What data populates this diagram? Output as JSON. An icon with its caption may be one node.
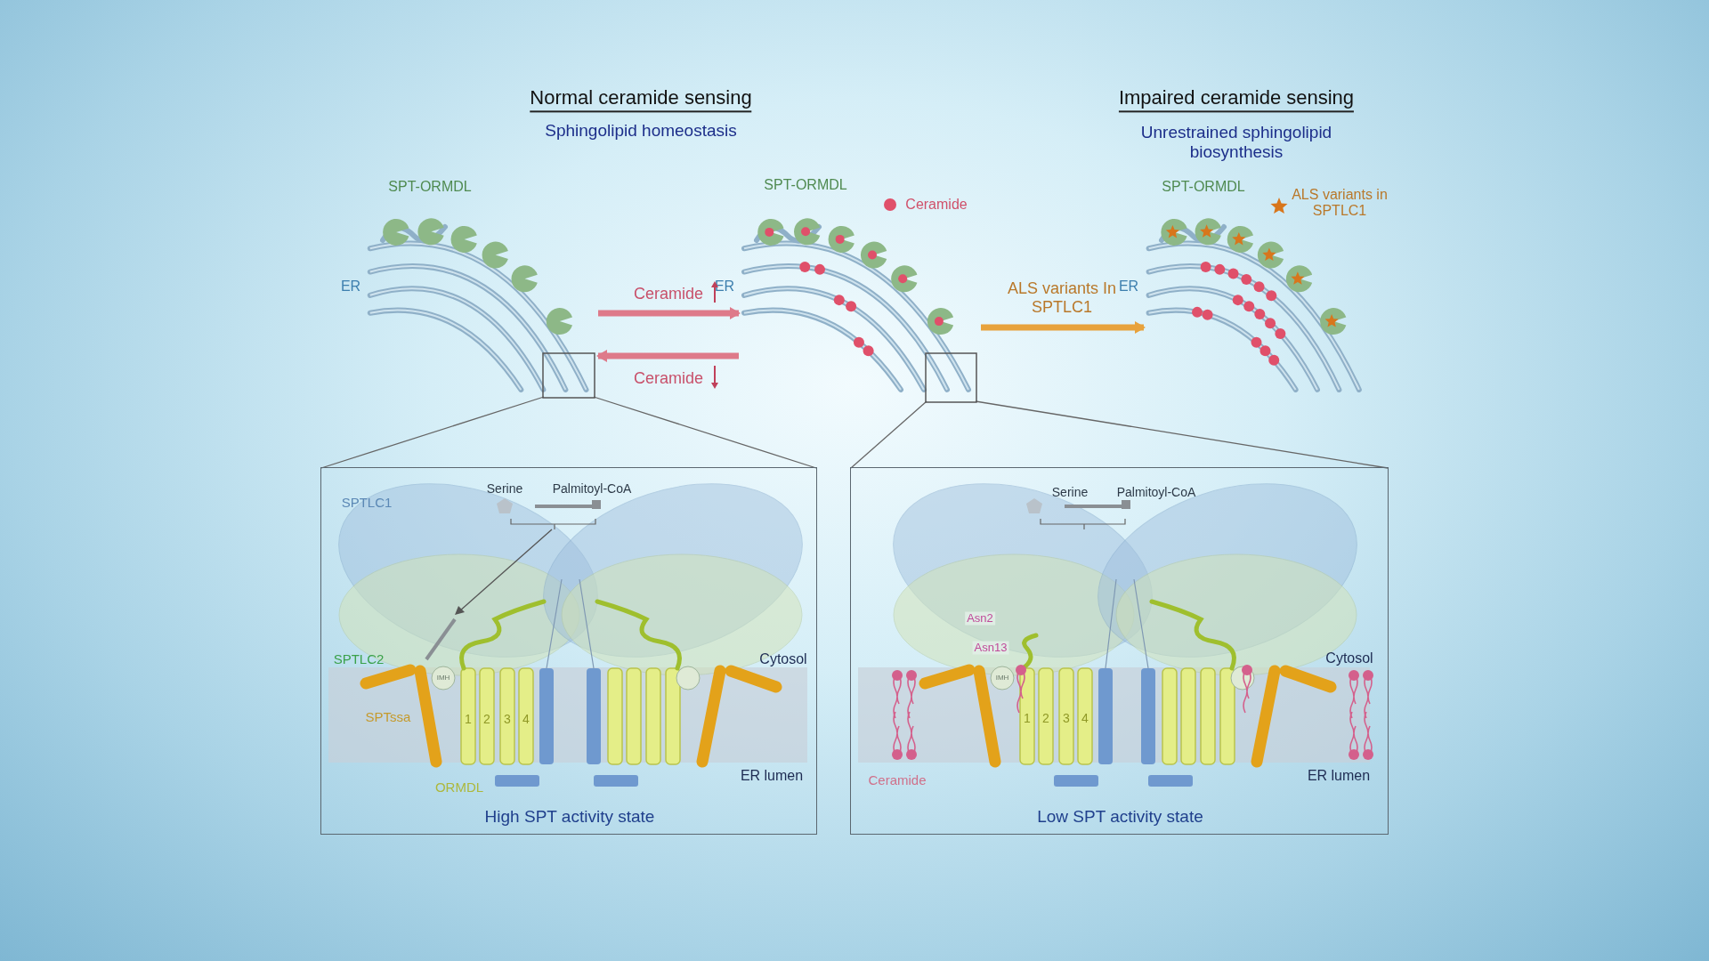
{
  "diagram": {
    "nodes": [
      {
        "text": [],
        "shape": "picture",
        "beside": [
          "SPT-ORMDL",
          "ER"
        ]
      },
      {
        "text": [],
        "shape": "picture",
        "beside": [
          "SPT-ORMDL",
          "ER"
        ]
      },
      {
        "text": [],
        "shape": "picture",
        "beside": [
          "SPT-ORMDL",
          "ER"
        ]
      },
      {
        "text": [
          "High SPT activity state"
        ]
      },
      {
        "text": [
          "Low SPT activity state"
        ]
      },
      {
        "text": [],
        "shape": "box",
        "in": 0
      },
      {
        "text": [],
        "shape": "box",
        "in": 1
      }
    ],
    "edges": [
      {
        "from": 0,
        "to": 1,
        "arrow": "to",
        "label": "Ceramide",
        "style": "thick",
        "color": "#de7a8a"
      },
      {
        "from": 1,
        "to": 0,
        "arrow": "to",
        "label": "Ceramide",
        "style": "thick",
        "color": "#de7a8a"
      },
      {
        "from": 1,
        "to": 2,
        "arrow": "to",
        "label": "ALS variants In SPTLC1",
        "style": "thick",
        "color": "#e8a23c"
      },
      {
        "from": 5,
        "to": 3,
        "arrow": "none"
      },
      {
        "from": 5,
        "to": 3,
        "arrow": "none"
      },
      {
        "from": 6,
        "to": 4,
        "arrow": "none"
      },
      {
        "from": 6,
        "to": 4,
        "arrow": "none"
      }
    ],
    "labels": [
      "Normal ceramide sensing",
      "Sphingolipid homeostasis",
      "Impaired ceramide sensing",
      "Unrestrained sphingolipid biosynthesis",
      "Serine",
      "Palmitoyl-CoA",
      "SPTLC1",
      "IMH",
      "SPTLC2",
      "Cytosol",
      "SPTssa",
      "1",
      "2",
      "3",
      "4",
      "ORMDL",
      "ER lumen",
      "Serine",
      "Palmitoyl-CoA",
      "Asn2",
      "Asn13",
      "IMH",
      "Cytosol",
      "1",
      "2",
      "3",
      "4",
      "Ceramide",
      "ER lumen"
    ],
    "legend": [
      {
        "text": "Ceramide",
        "color": "#e0506a"
      },
      {
        "text": "ALS variants in SPTLC1"
      }
    ]
  }
}
